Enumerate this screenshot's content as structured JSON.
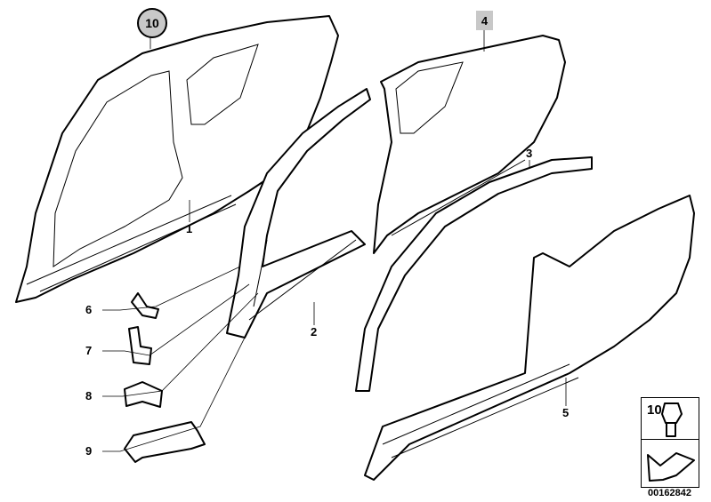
{
  "diagram": {
    "callouts": {
      "c1": "1",
      "c2": "2",
      "c3": "3",
      "c4": "4",
      "c5": "5",
      "c6": "6",
      "c7": "7",
      "c8": "8",
      "c9": "9",
      "c10": "10"
    },
    "legend_box": {
      "item_number": "10",
      "icon_top": "bolt-icon",
      "icon_bottom": "arrow-icon"
    },
    "diagram_code": "00162842",
    "highlight_color": "#c8c8c8"
  }
}
